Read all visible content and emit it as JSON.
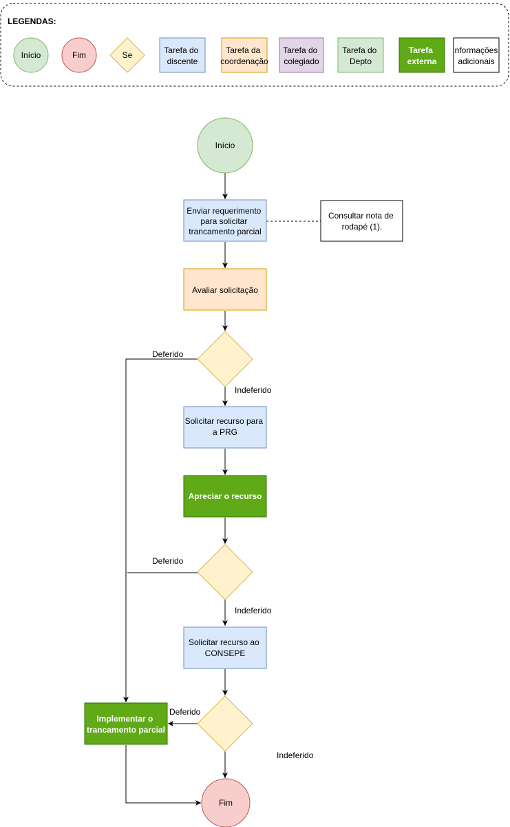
{
  "legend": {
    "title": "LEGENDAS:",
    "inicio": "Início",
    "fim": "Fim",
    "se": "Se",
    "discente": [
      "Tarefa do",
      "discente"
    ],
    "coordenacao": [
      "Tarefa da",
      "coordenação"
    ],
    "colegiado": [
      "Tarefa do",
      "colegiado"
    ],
    "depto": [
      "Tarefa do",
      "Depto"
    ],
    "externa": [
      "Tarefa",
      "externa"
    ],
    "info": [
      "Informações",
      "adicionais"
    ]
  },
  "flow": {
    "start": "Início",
    "step1": [
      "Enviar requerimento",
      "para solicitar",
      "trancamento parcial"
    ],
    "note": [
      "Consultar nota de",
      "rodapé (1)."
    ],
    "step2": "Avaliar solicitação",
    "step3": [
      "Solicitar recurso para",
      "a PRG"
    ],
    "step4": "Apreciar o recurso",
    "step5": [
      "Solicitar recurso ao",
      "CONSEPE"
    ],
    "step6": [
      "Implementar o",
      "trancamento parcial"
    ],
    "end": "Fim",
    "deferido1": "Deferido",
    "indeferido1": "Indeferido",
    "deferido2": "Deferido",
    "indeferido2": "Indeferido",
    "deferido3": "Deferido",
    "indeferido3": "Indeferido"
  },
  "colors": {
    "green_fill": "#d5e8d4",
    "green_stroke": "#82b366",
    "red_fill": "#f8cecc",
    "red_stroke": "#b85450",
    "yellow_fill": "#fff2cc",
    "yellow_stroke": "#d6b656",
    "blue_fill": "#dae8fc",
    "blue_stroke": "#6c8ebf",
    "orange_fill": "#ffe6cc",
    "orange_stroke": "#d79b00",
    "purple_fill": "#e1d5e7",
    "purple_stroke": "#9673a6",
    "ext_fill": "#60a917",
    "ext_stroke": "#2d7600"
  }
}
